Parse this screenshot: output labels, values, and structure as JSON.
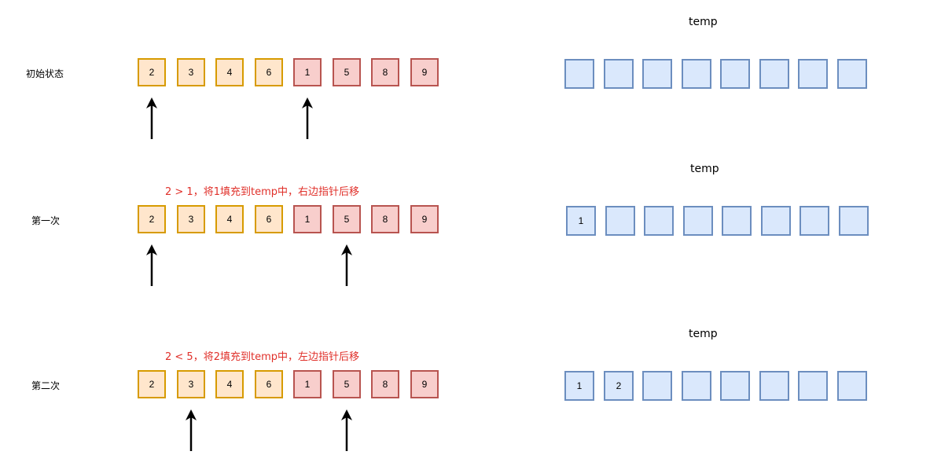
{
  "steps": [
    {
      "label": "初始状态",
      "caption": "",
      "temp_title": "temp",
      "left_part": [
        "2",
        "3",
        "4",
        "6"
      ],
      "right_part": [
        "1",
        "5",
        "8",
        "9"
      ],
      "temp": [
        "",
        "",
        "",
        "",
        "",
        "",
        "",
        ""
      ],
      "pointers": [
        0,
        4
      ]
    },
    {
      "label": "第一次",
      "caption": "2 > 1，将1填充到temp中，右边指针后移",
      "temp_title": "temp",
      "left_part": [
        "2",
        "3",
        "4",
        "6"
      ],
      "right_part": [
        "1",
        "5",
        "8",
        "9"
      ],
      "temp": [
        "1",
        "",
        "",
        "",
        "",
        "",
        "",
        ""
      ],
      "pointers": [
        0,
        5
      ]
    },
    {
      "label": "第二次",
      "caption": "2 < 5，将2填充到temp中，左边指针后移",
      "temp_title": "temp",
      "left_part": [
        "2",
        "3",
        "4",
        "6"
      ],
      "right_part": [
        "1",
        "5",
        "8",
        "9"
      ],
      "temp": [
        "1",
        "2",
        "",
        "",
        "",
        "",
        "",
        ""
      ],
      "pointers": [
        1,
        5
      ]
    }
  ],
  "colors": {
    "left_fill": "#ffe6cc",
    "left_border": "#d79b00",
    "right_fill": "#f8cecc",
    "right_border": "#b85450",
    "temp_fill": "#dae8fc",
    "temp_border": "#6c8ebf",
    "caption": "#e0302a"
  }
}
